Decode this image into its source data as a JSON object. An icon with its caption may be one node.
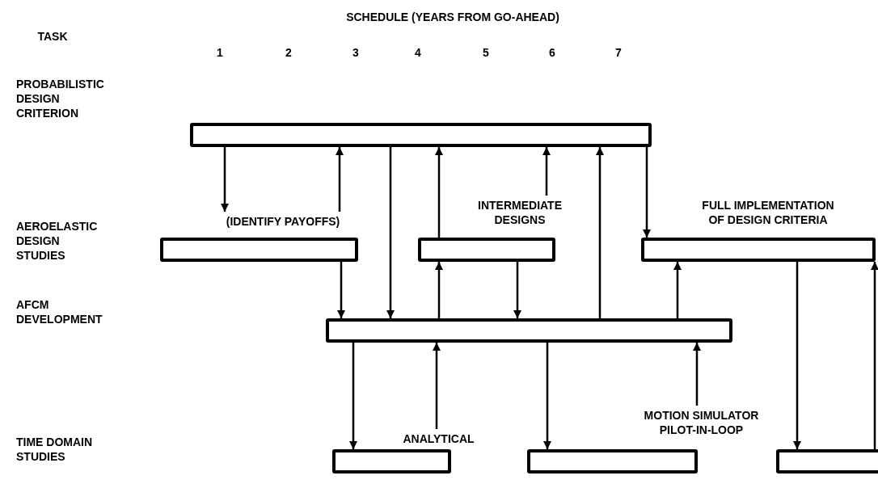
{
  "diagram": {
    "nodes": [
      {
        "text": [],
        "shape": "bar"
      },
      {
        "text": [],
        "shape": "bar",
        "beside": [
          "(IDENTIFY PAYOFFS)"
        ]
      },
      {
        "text": [],
        "shape": "bar",
        "beside": [
          "INTERMEDIATE DESIGNS"
        ]
      },
      {
        "text": [],
        "shape": "bar",
        "beside": [
          "FULL IMPLEMENTATION OF DESIGN CRITERIA"
        ]
      },
      {
        "text": [],
        "shape": "bar"
      },
      {
        "text": [],
        "shape": "bar",
        "beside": [
          "ANALYTICAL"
        ]
      },
      {
        "text": [],
        "shape": "bar",
        "beside": [
          "MOTION SIMULATOR PILOT-IN-LOOP"
        ]
      },
      {
        "text": [],
        "shape": "bar"
      }
    ],
    "edges": [
      {
        "from": 0,
        "to": 1,
        "arrow": "to"
      },
      {
        "from": 1,
        "to": 0,
        "arrow": "to"
      },
      {
        "from": 1,
        "to": 4,
        "arrow": "to"
      },
      {
        "from": 0,
        "to": 4,
        "arrow": "to"
      },
      {
        "from": 2,
        "to": 0,
        "arrow": "to"
      },
      {
        "from": 4,
        "to": 2,
        "arrow": "to"
      },
      {
        "from": 2,
        "to": 0,
        "arrow": "to"
      },
      {
        "from": 2,
        "to": 4,
        "arrow": "to"
      },
      {
        "from": 4,
        "to": 0,
        "arrow": "to"
      },
      {
        "from": 0,
        "to": 3,
        "arrow": "to"
      },
      {
        "from": 4,
        "to": 3,
        "arrow": "to"
      },
      {
        "from": 4,
        "to": 5,
        "arrow": "to"
      },
      {
        "from": 5,
        "to": 4,
        "arrow": "to"
      },
      {
        "from": 4,
        "to": 6,
        "arrow": "to"
      },
      {
        "from": 6,
        "to": 4,
        "arrow": "to"
      },
      {
        "from": 3,
        "to": 7,
        "arrow": "to"
      },
      {
        "from": 7,
        "to": 3,
        "arrow": "to"
      }
    ],
    "labels": [
      "SCHEDULE (YEARS FROM GO-AHEAD)",
      "TASK",
      "1",
      "2",
      "3",
      "4",
      "5",
      "6",
      "7",
      "PROBABILISTIC DESIGN CRITERION",
      "AEROELASTIC DESIGN STUDIES",
      "AFCM DEVELOPMENT",
      "TIME DOMAIN STUDIES"
    ]
  }
}
